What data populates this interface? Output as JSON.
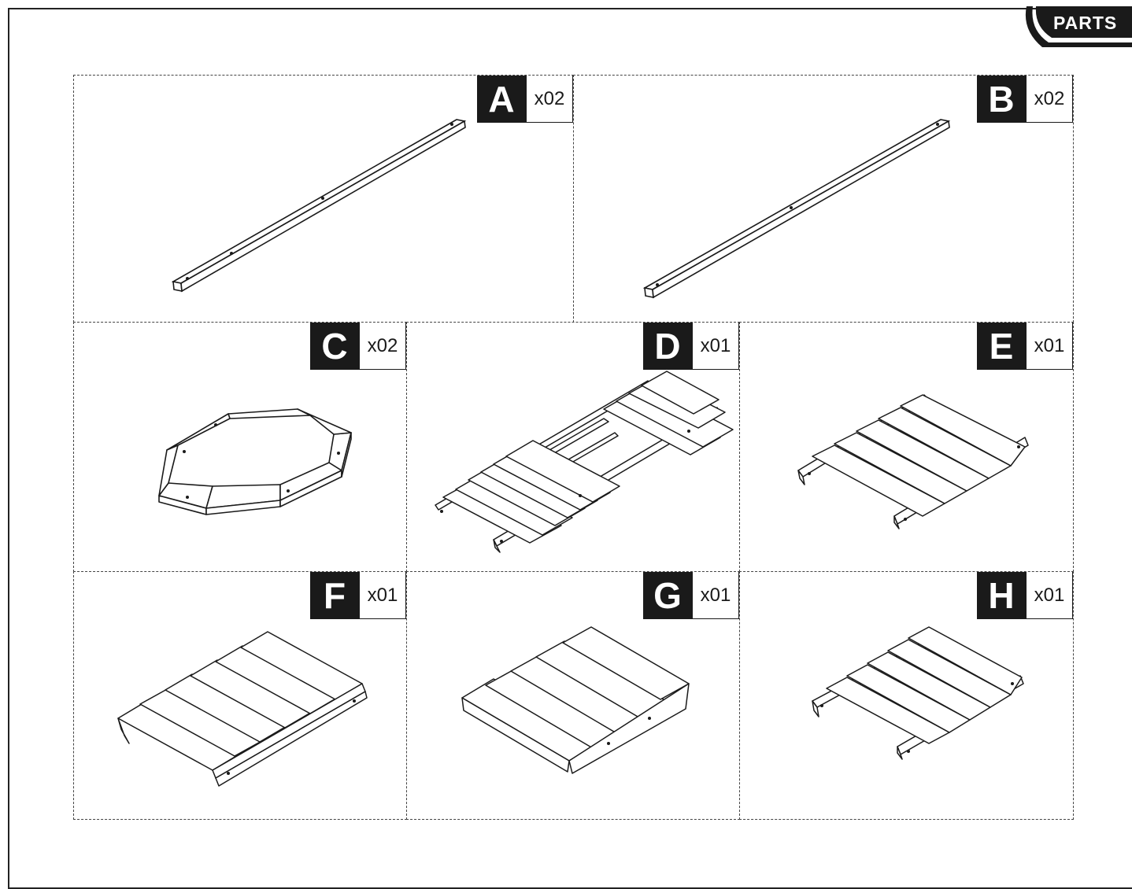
{
  "header": {
    "tab_label": "PARTS"
  },
  "parts": [
    {
      "letter": "A",
      "qty": "x02",
      "icon": "long-rail-icon"
    },
    {
      "letter": "B",
      "qty": "x02",
      "icon": "long-rail-icon"
    },
    {
      "letter": "C",
      "qty": "x02",
      "icon": "octagon-ring-icon"
    },
    {
      "letter": "D",
      "qty": "x01",
      "icon": "ladder-frame-icon"
    },
    {
      "letter": "E",
      "qty": "x01",
      "icon": "slat-panel-icon"
    },
    {
      "letter": "F",
      "qty": "x01",
      "icon": "slat-panel-icon"
    },
    {
      "letter": "G",
      "qty": "x01",
      "icon": "slat-panel-icon"
    },
    {
      "letter": "H",
      "qty": "x01",
      "icon": "slat-panel-icon"
    }
  ]
}
